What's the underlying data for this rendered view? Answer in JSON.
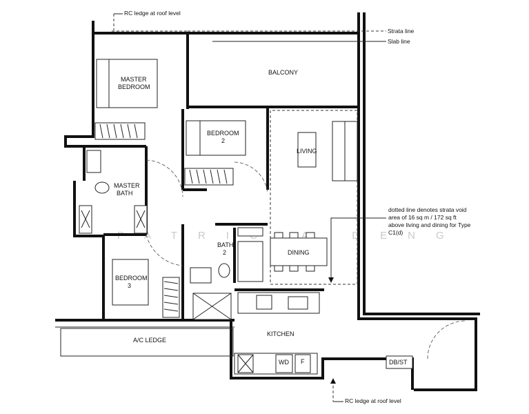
{
  "rooms": {
    "master_bedroom": [
      "MASTER",
      "BEDROOM"
    ],
    "balcony": "BALCONY",
    "bedroom2": [
      "BEDROOM",
      "2"
    ],
    "living": "LIVING",
    "master_bath": [
      "MASTER",
      "BATH"
    ],
    "bath2": [
      "BATH",
      "2"
    ],
    "dining": "DINING",
    "bedroom3": [
      "BEDROOM",
      "3"
    ],
    "ac_ledge": "A/C LEDGE",
    "kitchen": "KITCHEN",
    "wd": "WD",
    "fridge": "F",
    "dbst": "DB/ST"
  },
  "annotations": {
    "rc_ledge_top": "RC ledge at roof level",
    "rc_ledge_bottom": "RC ledge at roof level",
    "strata_line": "Strata line",
    "slab_line": "Slab line",
    "strata_void_note": [
      "dotted line denotes strata void",
      "area of 16 sq m / 172 sq ft",
      "above living and dining for Type",
      "C1(d)"
    ]
  },
  "watermark": "PATRICIA DENG"
}
